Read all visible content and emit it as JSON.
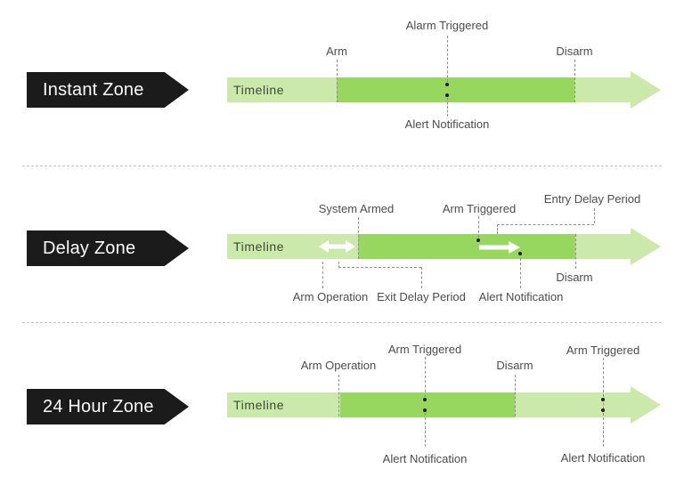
{
  "palette": {
    "bar_light": "#cbe9ab",
    "bar_dark": "#97d75f",
    "banner_bg": "#1b1b1b",
    "banner_text": "#fafafa",
    "label_text": "#4d4d4d",
    "timeline_text": "#3c4a31",
    "dot": "#1f1f1f",
    "dash": "#8f8f8f",
    "divider": "#c6c6c6",
    "arrow_white": "#ffffff"
  },
  "icons": {
    "timeline_end": "arrowhead-right",
    "exit_delay_span": "double-headed-arrow",
    "entry_delay_motion": "right-arrow"
  },
  "sections": {
    "instant": {
      "banner": "Instant Zone",
      "timeline": "Timeline",
      "labels": {
        "alarm_triggered": "Alarm Triggered",
        "arm": "Arm",
        "disarm": "Disarm",
        "alert_notification": "Alert Notification"
      }
    },
    "delay": {
      "banner": "Delay Zone",
      "timeline": "Timeline",
      "labels": {
        "system_armed": "System Armed",
        "arm_triggered": "Arm Triggered",
        "entry_delay_period": "Entry Delay Period",
        "arm_operation": "Arm Operation",
        "exit_delay_period": "Exit Delay Period",
        "alert_notification": "Alert Notification",
        "disarm": "Disarm"
      }
    },
    "hour24": {
      "banner": "24 Hour Zone",
      "timeline": "Timeline",
      "labels": {
        "arm_operation": "Arm Operation",
        "arm_triggered_1": "Arm Triggered",
        "disarm": "Disarm",
        "arm_triggered_2": "Arm Triggered",
        "alert_notification_1": "Alert Notification",
        "alert_notification_2": "Alert Notification"
      }
    }
  }
}
